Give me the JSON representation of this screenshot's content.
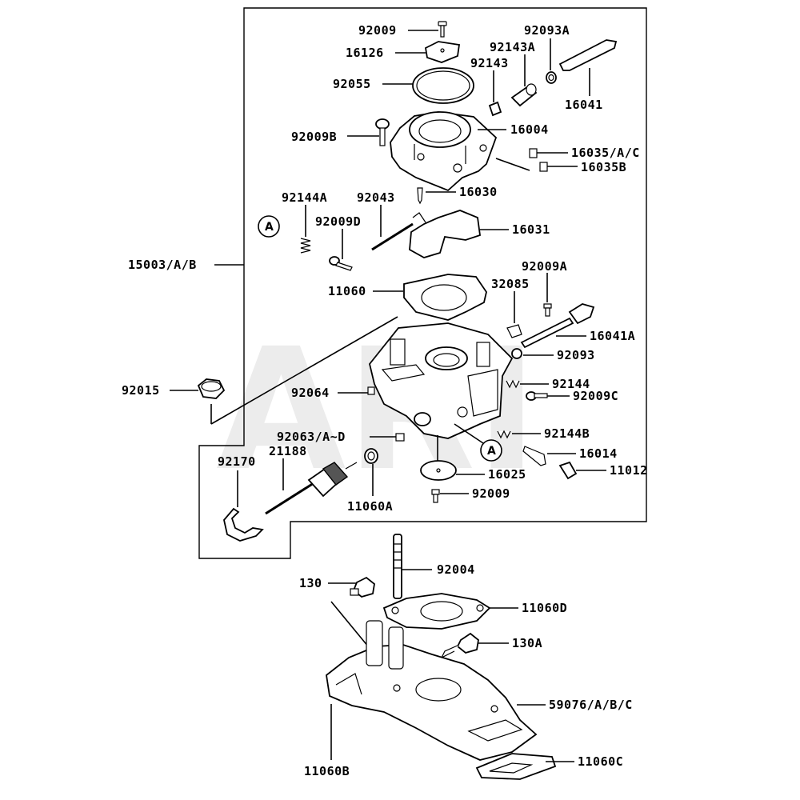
{
  "watermark": "ARI",
  "marker_letter": "A",
  "labels": {
    "l_92009_top": "92009",
    "l_16126": "16126",
    "l_92055": "92055",
    "l_92009B": "92009B",
    "l_92093A": "92093A",
    "l_92143A": "92143A",
    "l_92143": "92143",
    "l_16041": "16041",
    "l_16004": "16004",
    "l_16035AC": "16035/A/C",
    "l_16035B": "16035B",
    "l_92144A": "92144A",
    "l_92043": "92043",
    "l_16030": "16030",
    "l_92009D": "92009D",
    "l_16031": "16031",
    "l_15003AB": "15003/A/B",
    "l_11060": "11060",
    "l_32085": "32085",
    "l_92009A": "92009A",
    "l_16041A": "16041A",
    "l_92093": "92093",
    "l_92015": "92015",
    "l_92064": "92064",
    "l_92144": "92144",
    "l_92009C": "92009C",
    "l_92063": "92063/A~D",
    "l_92144B": "92144B",
    "l_92170": "92170",
    "l_21188": "21188",
    "l_16014": "16014",
    "l_11012": "11012",
    "l_16025": "16025",
    "l_11060A": "11060A",
    "l_92009_bot": "92009",
    "l_92004": "92004",
    "l_130": "130",
    "l_11060D": "11060D",
    "l_130A": "130A",
    "l_59076": "59076/A/B/C",
    "l_11060B": "11060B",
    "l_11060C": "11060C"
  }
}
